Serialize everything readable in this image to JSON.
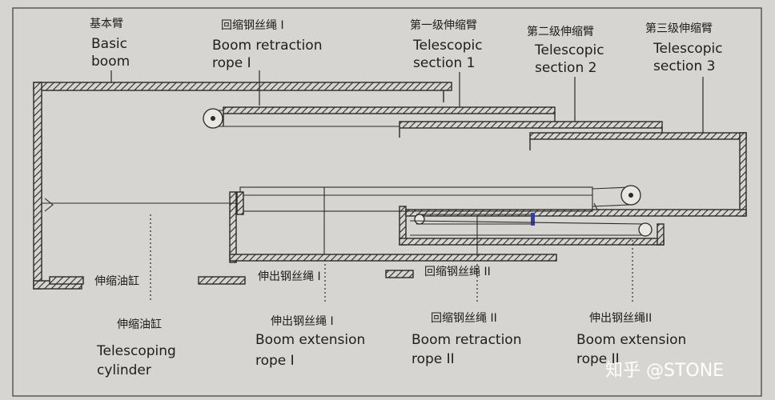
{
  "labels": {
    "basic_boom_cn": "基本臂",
    "basic_boom_en_1": "Basic",
    "basic_boom_en_2": "boom",
    "retraction_rope1_cn": "回缩钢丝绳 I",
    "retraction_rope1_en_1": "Boom  retraction",
    "retraction_rope1_en_2": "rope I",
    "tele1_cn": "第一级伸缩臂",
    "tele1_en_1": "Telescopic",
    "tele1_en_2": "section 1",
    "tele2_cn": "第二级伸缩臂",
    "tele2_en_1": "Telescopic",
    "tele2_en_2": "section 2",
    "tele3_cn": "第三级伸缩臂",
    "tele3_en_1": "Telescopic",
    "tele3_en_2": "section 3",
    "cylinder_cn": "伸缩油缸",
    "cylinder_en_1": "Telescoping",
    "cylinder_en_2": "cylinder",
    "extension_rope1_cn": "伸出钢丝绳 I",
    "extension_rope1_en_1": "Boom extension",
    "extension_rope1_en_2": "rope I",
    "retraction_rope2_cn": "回缩钢丝绳 II",
    "retraction_rope2_en_1": "Boom retraction",
    "retraction_rope2_en_2": "rope II",
    "extension_rope2_cn": "伸出钢丝绳II",
    "extension_rope2_en_1": "Boom extension",
    "extension_rope2_en_2": "rope II"
  },
  "legend": {
    "cylinder": "伸缩油缸",
    "extension_rope1": "伸出钢丝绳 I",
    "retraction_rope2": "回缩钢丝绳 II"
  },
  "watermark": "知乎 @STONE",
  "colors": {
    "paper": "#d6d5d1",
    "ink": "#2a2a2a",
    "accent_blue": "#3b3f9a"
  }
}
